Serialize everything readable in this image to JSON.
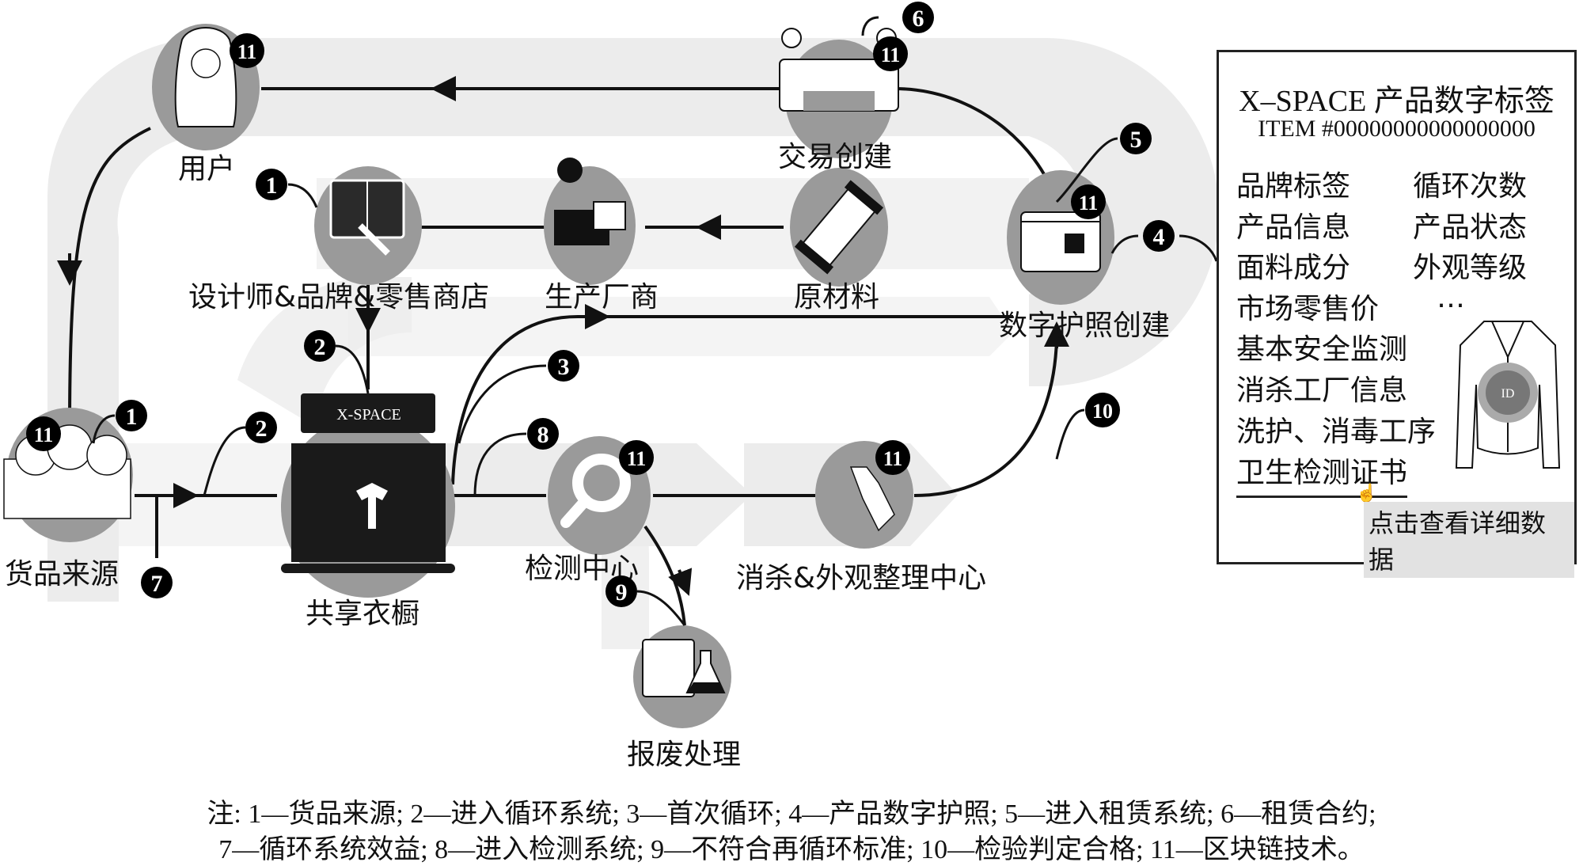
{
  "nodes": {
    "user": "用户",
    "designer": "设计师&品牌&零售商店",
    "manufacturer": "生产厂商",
    "raw_material": "原材料",
    "transaction": "交易创建",
    "passport": "数字护照创建",
    "goods_source": "货品来源",
    "wardrobe": "共享衣橱",
    "inspection": "检测中心",
    "disinfection": "消杀&外观整理中心",
    "scrap": "报废处理"
  },
  "shop_sign": "X-SPACE",
  "id_chip": "ID",
  "badges": {
    "user_bc": "11",
    "designer_src": "1",
    "wardrobe_in_top": "2",
    "first_cycle": "3",
    "passport_link": "4",
    "lease_system": "5",
    "lease_contract": "6",
    "transaction_bc": "11",
    "passport_bc": "11",
    "goods_bc": "11",
    "goods_src": "1",
    "enter_cycle": "2",
    "benefit": "7",
    "enter_inspect": "8",
    "inspect_bc": "11",
    "fail": "9",
    "disinfect_bc": "11",
    "pass": "10"
  },
  "tag_panel": {
    "title": "X–SPACE 产品数字标签",
    "item_number": "ITEM #00000000000000000",
    "fields_left": [
      "品牌标签",
      "产品信息",
      "面料成分",
      "市场零售价",
      "基本安全监测",
      "消杀工厂信息",
      "洗护、消毒工序",
      "卫生检测证书"
    ],
    "fields_right": [
      "循环次数",
      "产品状态",
      "外观等级",
      "…"
    ],
    "detail_button": "点击查看详细数据"
  },
  "notes": {
    "line1": "注: 1—货品来源; 2—进入循环系统; 3—首次循环; 4—产品数字护照; 5—进入租赁系统; 6—租赁合约;",
    "line2": "7—循环系统效益; 8—进入检测系统; 9—不符合再循环标准; 10—检验判定合格; 11—区块链技术。"
  },
  "colors": {
    "node_fill": "#9a9a9a",
    "track_fill": "#ececec",
    "ink": "#111111",
    "badge": "#000000"
  }
}
